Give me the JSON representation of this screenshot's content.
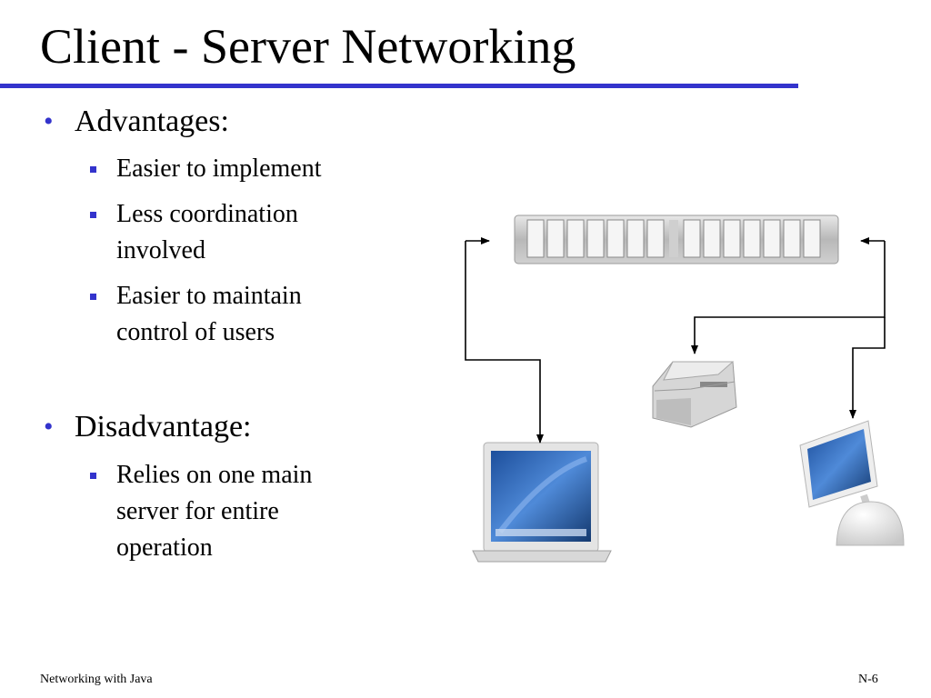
{
  "slide": {
    "title": "Client - Server Networking",
    "sections": [
      {
        "label": "Advantages:",
        "items": [
          "Easier to implement",
          "Less coordination involved",
          "Easier to maintain control of users"
        ]
      },
      {
        "label": "Disadvantage:",
        "items": [
          "Relies on one main server for entire operation"
        ]
      }
    ]
  },
  "footer": {
    "left": "Networking with Java",
    "right": "N-6"
  },
  "colors": {
    "accent": "#3333cc",
    "connector": "#000000"
  },
  "diagram": {
    "nodes": [
      "server-rack-icon",
      "laptop-icon",
      "printer-icon",
      "desktop-computer-icon"
    ]
  }
}
